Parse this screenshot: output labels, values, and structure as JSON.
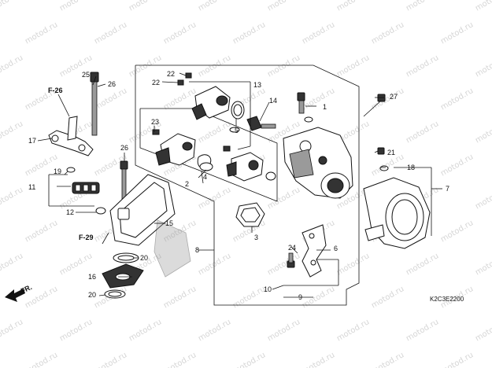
{
  "watermark_text": "motod.ru",
  "diagram_code": "K2C3E2200",
  "front_label": "FR.",
  "section_refs": [
    "F-26",
    "F-29"
  ],
  "callouts": [
    "1",
    "2",
    "3",
    "4",
    "5",
    "6",
    "7",
    "8",
    "9",
    "10",
    "11",
    "12",
    "13",
    "14",
    "15",
    "16",
    "17",
    "18",
    "19",
    "20",
    "21",
    "22",
    "23",
    "24",
    "25",
    "26",
    "27"
  ]
}
